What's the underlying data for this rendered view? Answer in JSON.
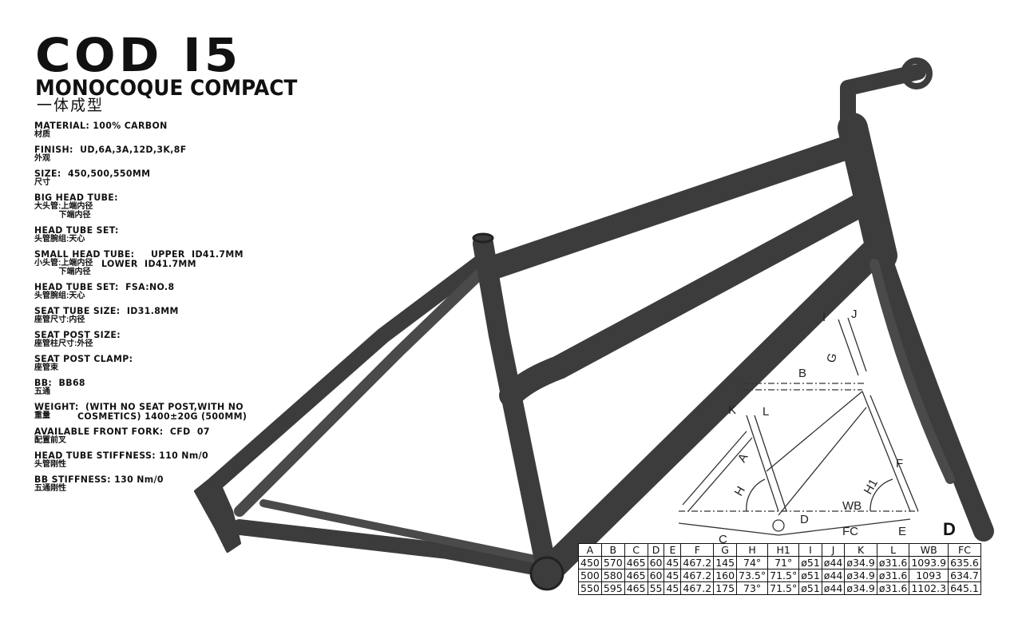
{
  "header": {
    "title": "COD I5",
    "subtitle": "MONOCOQUE COMPACT",
    "subtitle_cn": "一体成型"
  },
  "specs": [
    {
      "en": "MATERIAL: 100% CARBON",
      "cn": "材质"
    },
    {
      "en": "FINISH:  UD,6A,3A,12D,3K,8F",
      "cn": "外观"
    },
    {
      "en": "SIZE:  450,500,550MM",
      "cn": "尺寸"
    },
    {
      "en": "BIG HEAD TUBE:",
      "cn": "大头管:上端内径\n           下端内径"
    },
    {
      "en": "HEAD TUBE SET:",
      "cn": "头管腕组:天心"
    },
    {
      "en": "SMALL HEAD TUBE:",
      "cn": "小头管:上端内径\n           下端内径",
      "value1": "UPPER  ID41.7MM",
      "value2": "LOWER  ID41.7MM"
    },
    {
      "en": "HEAD TUBE SET:  FSA:NO.8",
      "cn": "头管腕组:天心"
    },
    {
      "en": "SEAT TUBE SIZE:  ID31.8MM",
      "cn": "座管尺寸:内径"
    },
    {
      "en": "SEAT POST SIZE:",
      "cn": "座管柱尺寸:外径"
    },
    {
      "en": "SEAT POST CLAMP:",
      "cn": "座管束"
    },
    {
      "en": "BB:  BB68",
      "cn": "五通"
    },
    {
      "en": "WEIGHT:  (WITH NO SEAT POST,WITH NO",
      "cn": "重量",
      "value2": "COSMETICS) 1400±20G (500MM)"
    },
    {
      "en": "AVAILABLE FRONT FORK:  CFD  07",
      "cn": "配置前叉"
    },
    {
      "en": "HEAD TUBE STIFFNESS: 110 Nm/0",
      "cn": "头管刚性"
    },
    {
      "en": "BB STIFFNESS: 130 Nm/0",
      "cn": "五通刚性"
    }
  ],
  "diagram": {
    "labels": {
      "A": "A",
      "B": "B",
      "C": "C",
      "D": "D",
      "E": "E",
      "F": "F",
      "G": "G",
      "H": "H",
      "H1": "H1",
      "I": "I",
      "J": "J",
      "K": "K",
      "L": "L",
      "WB": "WB",
      "FC": "FC"
    },
    "corner_label": "D"
  },
  "geometry_table": {
    "headers": [
      "A",
      "B",
      "C",
      "D",
      "E",
      "F",
      "G",
      "H",
      "H1",
      "I",
      "J",
      "K",
      "L",
      "WB",
      "FC"
    ],
    "rows": [
      [
        "450",
        "570",
        "465",
        "60",
        "45",
        "467.2",
        "145",
        "74°",
        "71°",
        "ø51",
        "ø44",
        "ø34.9",
        "ø31.6",
        "1093.9",
        "635.6"
      ],
      [
        "500",
        "580",
        "465",
        "60",
        "45",
        "467.2",
        "160",
        "73.5°",
        "71.5°",
        "ø51",
        "ø44",
        "ø34.9",
        "ø31.6",
        "1093",
        "634.7"
      ],
      [
        "550",
        "595",
        "465",
        "55",
        "45",
        "467.2",
        "175",
        "73°",
        "71.5°",
        "ø51",
        "ø44",
        "ø34.9",
        "ø31.6",
        "1102.3",
        "645.1"
      ]
    ]
  },
  "colors": {
    "frame": "#3c3c3c",
    "frame_highlight": "#6a6a6a",
    "text": "#111111"
  }
}
